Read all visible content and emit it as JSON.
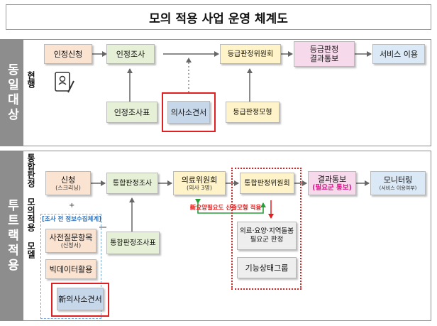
{
  "title": "모의 적용 사업 운영 체계도",
  "left_labels": {
    "top": "동일대상",
    "bottom": "투트랙적용"
  },
  "current": {
    "label": "현행",
    "boxes": {
      "apply": "인정신청",
      "survey": "인정조사",
      "committee": "등급판정위원회",
      "notify_line1": "등급판정",
      "notify_line2": "결과통보",
      "service": "서비스 이용",
      "survey_sheet": "인정조사표",
      "doctor_opinion": "의사소견서",
      "grade_model": "등급판정모형"
    }
  },
  "pilot": {
    "label": "통합판정 모의적용 모델",
    "boxes": {
      "apply": "신청",
      "apply_sub": "(스크리닝)",
      "integrated_survey": "통합판정조사",
      "medical_committee": "의료위원회",
      "medical_committee_sub": "(의사 3명)",
      "integrated_committee": "통합판정위원회",
      "notify": "결과통보",
      "notify_sub": "(필요군 통보)",
      "monitoring": "모니터링",
      "monitoring_sub": "(서비스 이용여부)",
      "pre_info_title": "[조사 전 정보수집체계]",
      "prior_questionnaire": "사전질문항목",
      "prior_questionnaire_sub": "(신청서)",
      "bigdata": "빅데이터활용",
      "new_doctor_opinion": "新의사소견서",
      "integrated_survey_sheet": "통합판정조사표",
      "care_group": "의료·요양·지역돌봄 필요군 판정",
      "function_group": "기능상태그룹",
      "feedback_note": "新요양필요도 산출모형 적용"
    }
  }
}
